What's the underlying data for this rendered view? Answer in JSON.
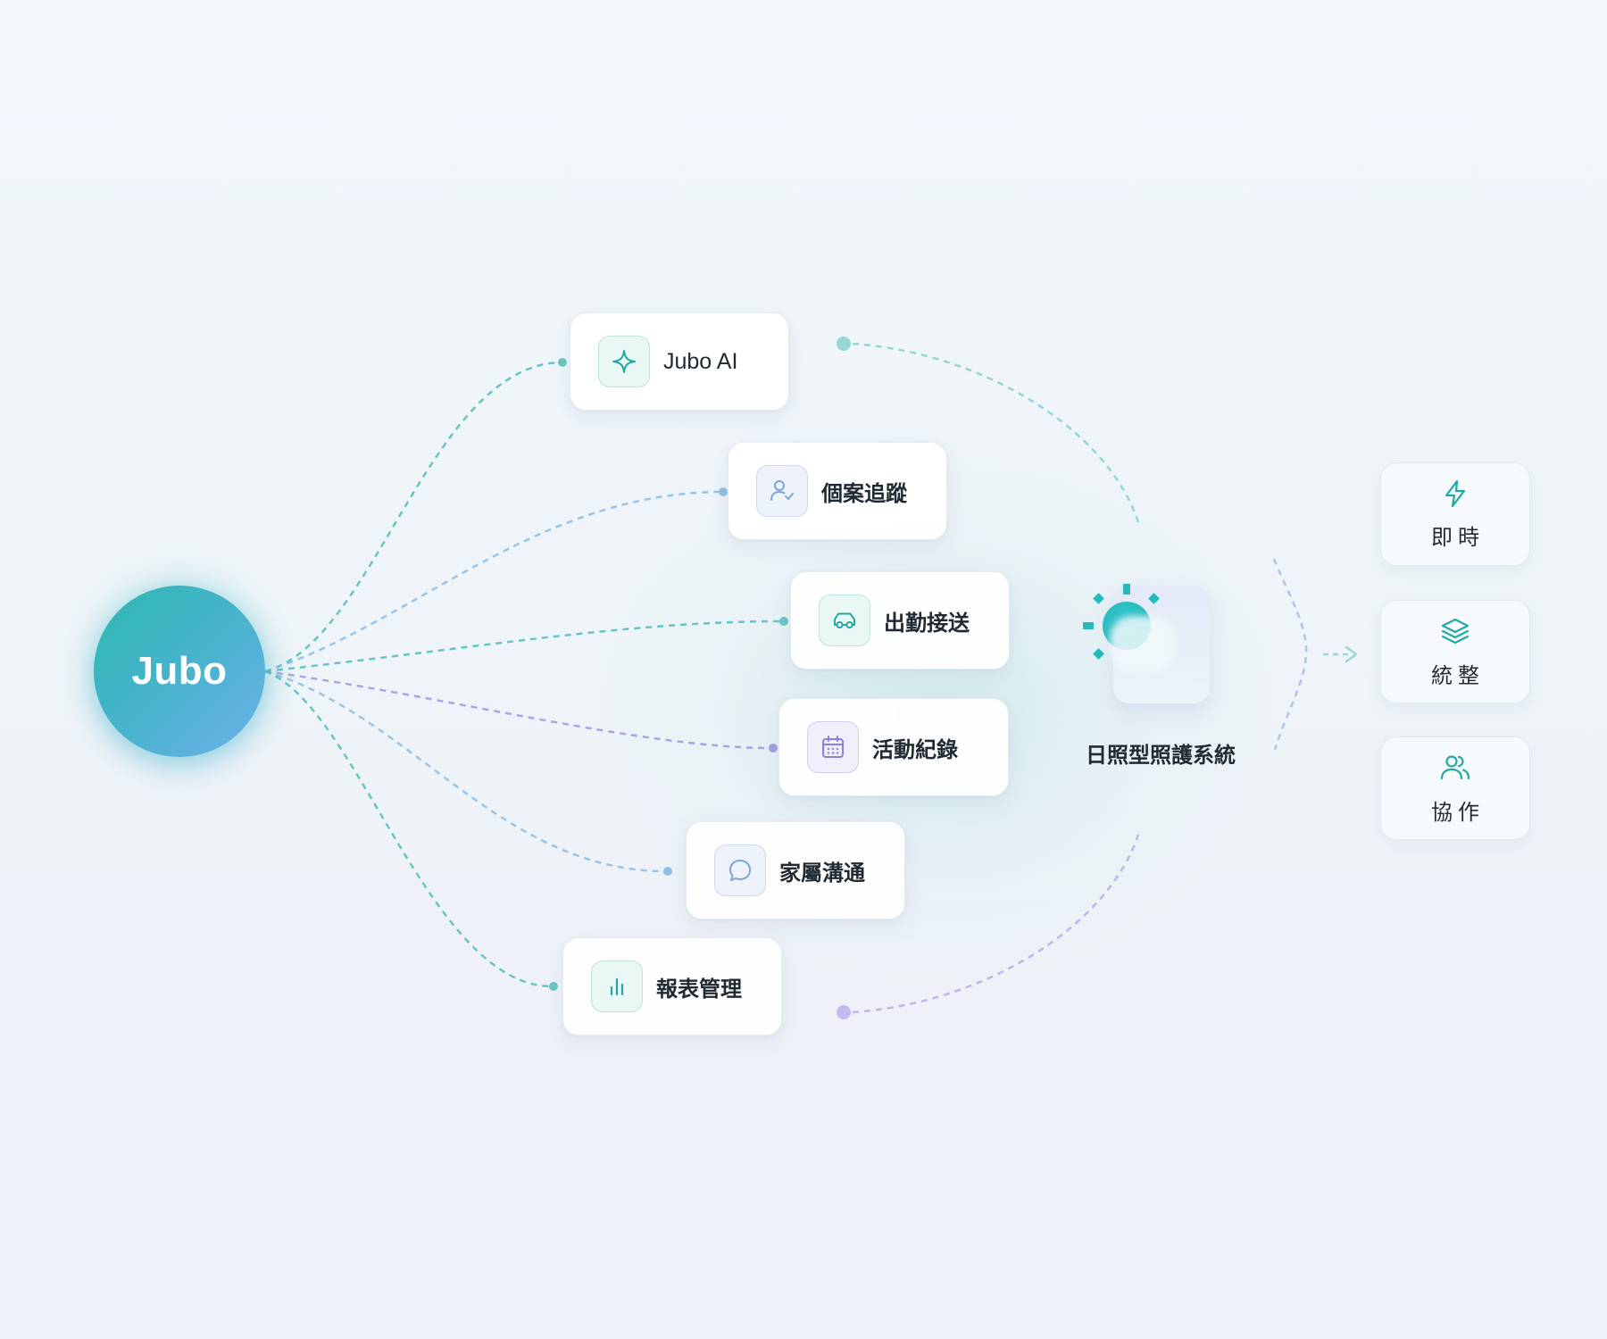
{
  "hub": {
    "label": "Jubo"
  },
  "modules": [
    {
      "label": "Jubo AI",
      "icon": "sparkle-icon"
    },
    {
      "label": "個案追蹤",
      "icon": "user-check-icon"
    },
    {
      "label": "出勤接送",
      "icon": "car-icon"
    },
    {
      "label": "活動紀錄",
      "icon": "calendar-icon"
    },
    {
      "label": "家屬溝通",
      "icon": "chat-bubble-icon"
    },
    {
      "label": "報表管理",
      "icon": "bar-chart-icon"
    }
  ],
  "system": {
    "label": "日照型照護系統",
    "icon": "sun-cloud-icon"
  },
  "features": [
    {
      "label": "即時",
      "icon": "lightning-icon"
    },
    {
      "label": "統整",
      "icon": "layers-icon"
    },
    {
      "label": "協作",
      "icon": "users-icon"
    }
  ],
  "colors": {
    "teal": "#2fb5b1",
    "blue": "#8fb7e6",
    "purple": "#a99be6",
    "text": "#1f2a33"
  }
}
